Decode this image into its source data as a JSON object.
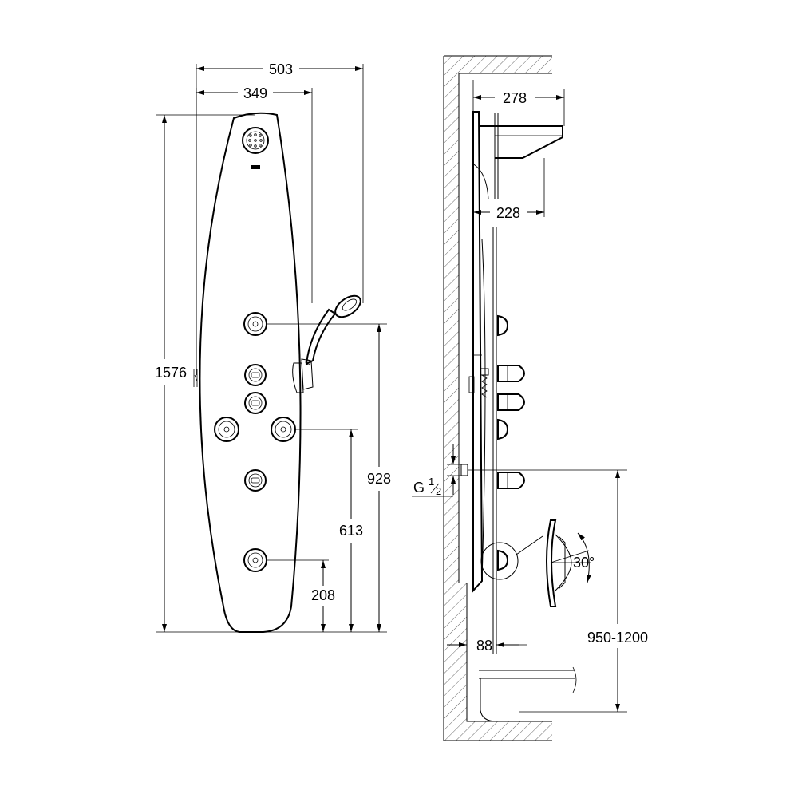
{
  "front_view": {
    "dimensions": {
      "overall_width": "503",
      "panel_width": "349",
      "overall_height": "1576",
      "to_upper_jets": "928",
      "to_middle_jets": "613",
      "to_lower_jet": "208"
    }
  },
  "side_view": {
    "dimensions": {
      "head_projection": "278",
      "panel_depth": "228",
      "wall_offset": "88",
      "mount_height": "950-1200",
      "jet_angle": "30°"
    },
    "connection": {
      "prefix": "G",
      "numerator": "1",
      "denominator": "2"
    }
  }
}
